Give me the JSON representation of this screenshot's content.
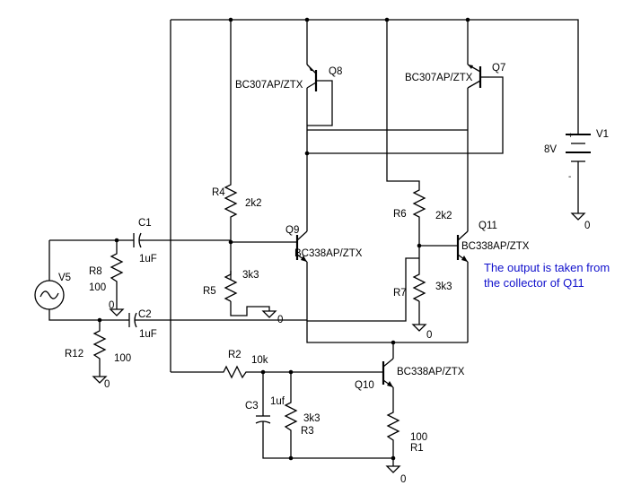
{
  "labels": {
    "c1": "C1",
    "c1_value": "1uF",
    "c2": "C2",
    "c2_value": "1uF",
    "c3": "C3",
    "c3_value": "1uf",
    "r1": "R1",
    "r1_value": "100",
    "r2": "R2",
    "r2_value": "10k",
    "r3": "R3",
    "r3_value": "3k3",
    "r4": "R4",
    "r4_value": "2k2",
    "r5": "R5",
    "r5_value": "3k3",
    "r6": "R6",
    "r6_value": "2k2",
    "r7": "R7",
    "r7_value": "3k3",
    "r8": "R8",
    "r8_value": "100",
    "r12": "R12",
    "r12_value": "100",
    "q7": "Q7",
    "q7_part": "BC307AP/ZTX",
    "q8": "Q8",
    "q8_part": "BC307AP/ZTX",
    "q9": "Q9",
    "q9_part": "BC338AP/ZTX",
    "q10": "Q10",
    "q10_part": "BC338AP/ZTX",
    "q11": "Q11",
    "q11_part": "BC338AP/ZTX",
    "v1": "V1",
    "v1_value": "8V",
    "v1_plus": "+",
    "v1_minus": "-",
    "v5": "V5",
    "gnd_r8": "0",
    "gnd_r5": "0",
    "gnd_r7": "0",
    "gnd_r12": "0",
    "gnd_v1": "0",
    "gnd_bottom": "0"
  },
  "note": {
    "line1": "The output is taken from",
    "line2": "the collector of Q11"
  }
}
